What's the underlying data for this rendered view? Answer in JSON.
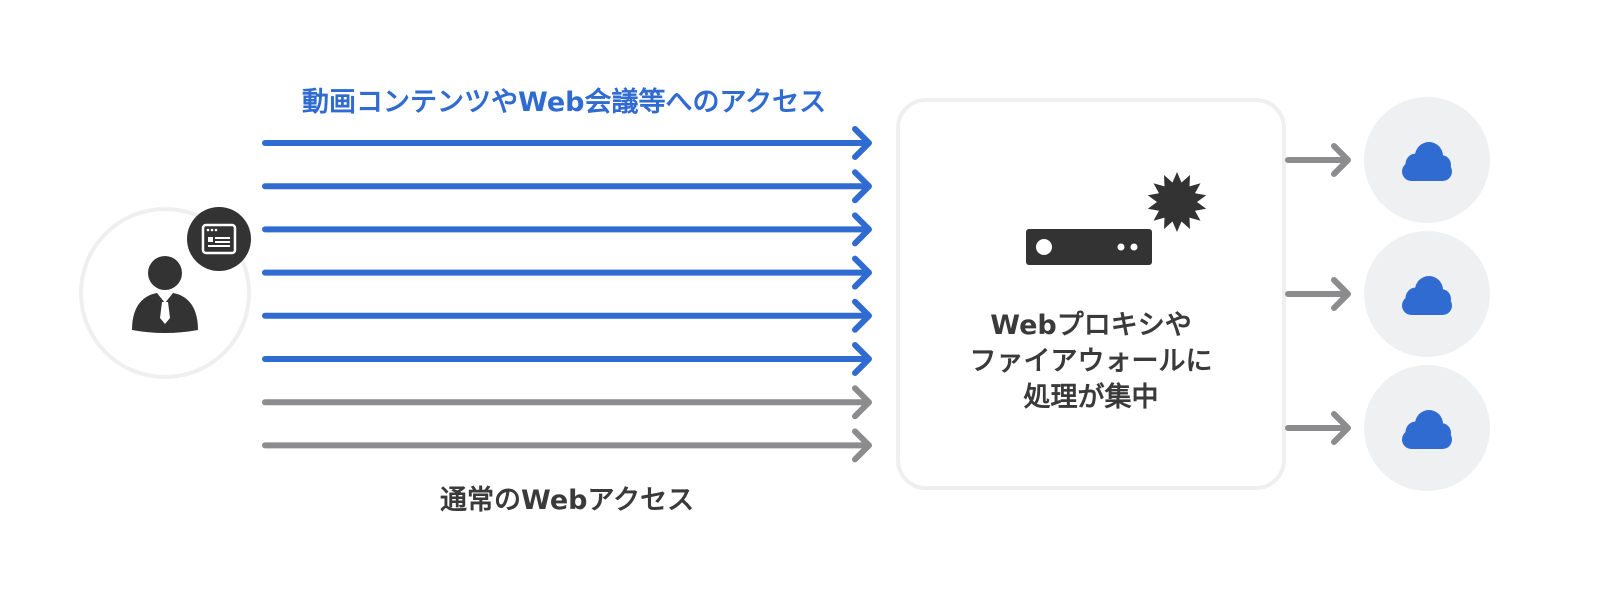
{
  "labels": {
    "video_access": "動画コンテンツやWeb会議等へのアクセス",
    "normal_access": "通常のWebアクセス",
    "proxy_line1": "Webプロキシや",
    "proxy_line2": "ファイアウォールに",
    "proxy_line3": "処理が集中"
  },
  "flows": {
    "video_count": 6,
    "normal_count": 2
  },
  "icons": {
    "user": "user-icon",
    "browser": "browser-window-icon",
    "server": "server-icon",
    "burst": "overload-burst-icon",
    "cloud": "cloud-icon"
  },
  "clouds": {
    "count": 3
  },
  "colors": {
    "video_arrow": "#2f6bd1",
    "normal_arrow": "#8c8c8e",
    "text_dark": "#3a3a3a",
    "cloud": "#2f6bd1",
    "cloud_bg": "#eff0f2",
    "icon_dark": "#333333",
    "border": "#efefef"
  }
}
